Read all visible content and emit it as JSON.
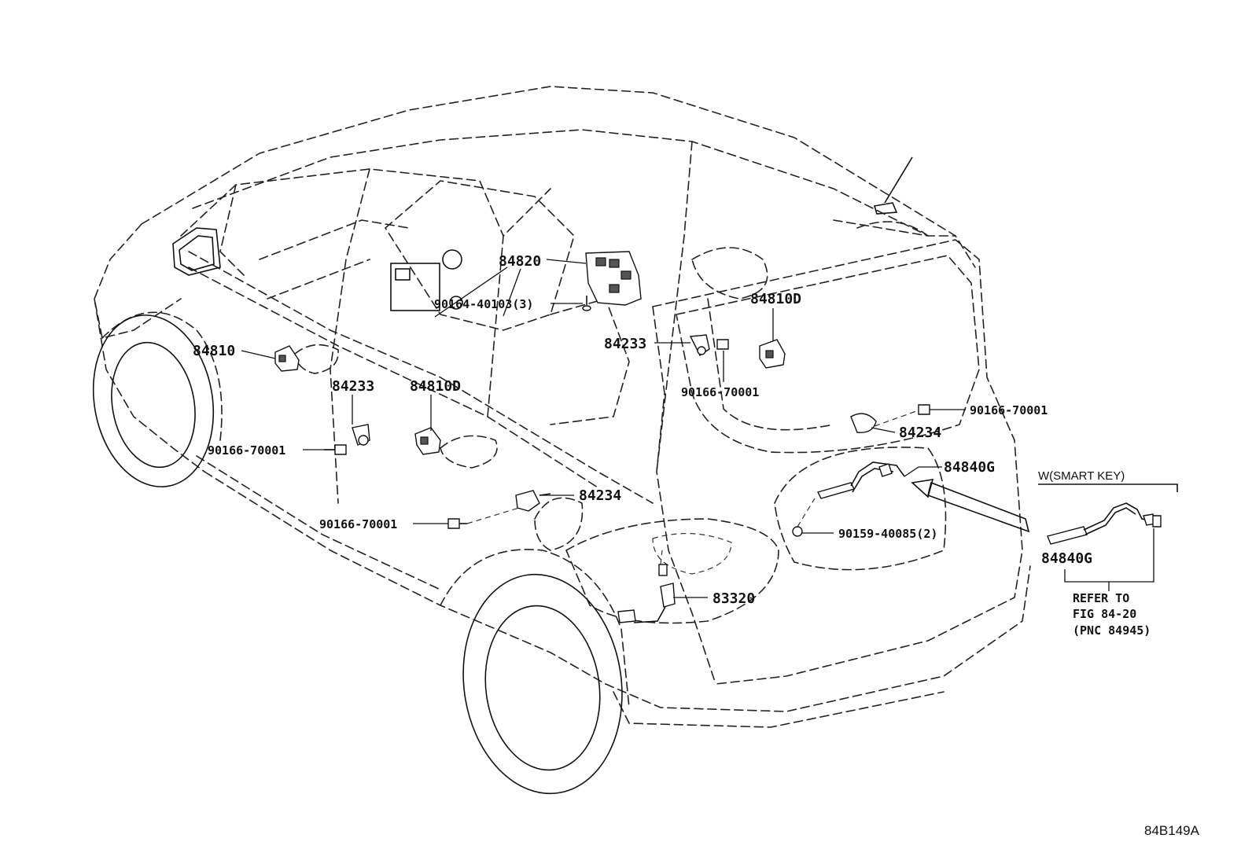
{
  "labels": {
    "p84820": "84820",
    "bolt_panel": "90164-40103(3)",
    "p84810_front": "84810",
    "p84810d_rear": "84810D",
    "p84233_left": "84233",
    "p84810d_left": "84810D",
    "p84233_right": "84233",
    "screw_right_mid": "90166-70001",
    "screw_right_top": "90166-70001",
    "p84234_right": "84234",
    "p84840g": "84840G",
    "screw_left": "90166-70001",
    "p84234_left": "84234",
    "screw_left_low": "90166-70001",
    "screw_backdoor": "90159-40085(2)",
    "p83320": "83320"
  },
  "smart_key": {
    "title": "W(SMART KEY)",
    "part": "84840G",
    "refer_line1": "REFER TO",
    "refer_line2": "FIG 84-20",
    "refer_line3": "(PNC 84945)"
  },
  "diagram_code": "84B149A"
}
